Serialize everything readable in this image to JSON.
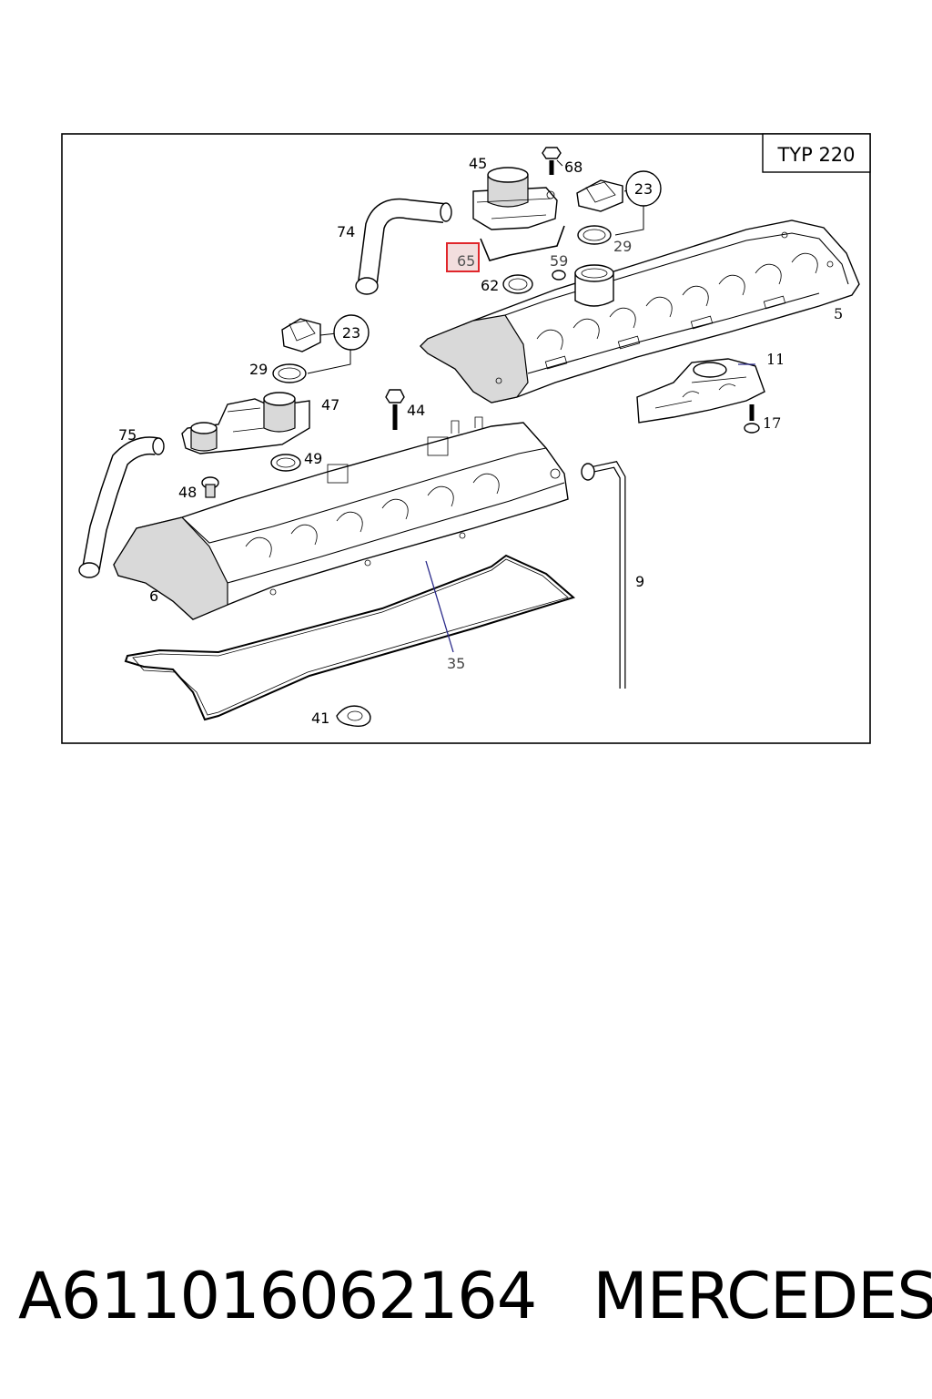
{
  "diagram": {
    "type_label": "TYP 220",
    "callouts": {
      "c45": "45",
      "c68": "68",
      "c23a": "23",
      "c74": "74",
      "c65": "65",
      "c59": "59",
      "c29a": "29",
      "c62": "62",
      "c5": "5",
      "c23b": "23",
      "c29b": "29",
      "c47": "47",
      "c44": "44",
      "c11": "11",
      "c17": "17",
      "c75": "75",
      "c49": "49",
      "c48": "48",
      "c6": "6",
      "c9": "9",
      "c35": "35",
      "c41": "41"
    },
    "highlighted_callout": "65",
    "highlight_color": "#e0262b"
  },
  "caption": {
    "part_number": "A611016062164",
    "brand": "MERCEDES"
  }
}
